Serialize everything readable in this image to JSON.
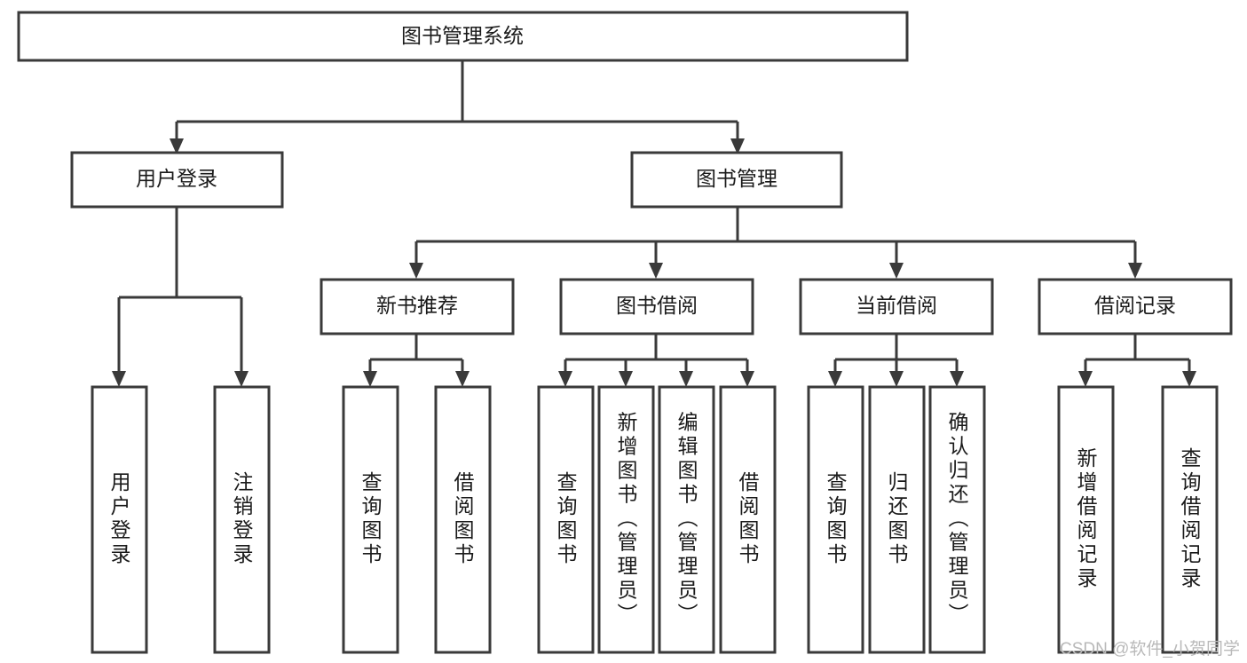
{
  "diagram": {
    "title": "图书管理系统",
    "type": "tree-hierarchy-diagram",
    "orientation": "top-down",
    "colors": {
      "box_stroke": "#3a3a3a",
      "box_fill": "#ffffff",
      "text": "#1a1a1a",
      "connector": "#3a3a3a",
      "watermark": "#b9b9b9",
      "background": "#ffffff"
    },
    "root": {
      "label": "图书管理系统"
    },
    "level2": [
      {
        "label": "用户登录"
      },
      {
        "label": "图书管理"
      }
    ],
    "level3": [
      {
        "label": "新书推荐"
      },
      {
        "label": "图书借阅"
      },
      {
        "label": "当前借阅"
      },
      {
        "label": "借阅记录"
      }
    ],
    "leaves": {
      "user_login": [
        {
          "label": "用户登录"
        },
        {
          "label": "注销登录"
        }
      ],
      "new_book_recommend": [
        {
          "label": "查询图书"
        },
        {
          "label": "借阅图书"
        }
      ],
      "book_borrow": [
        {
          "label": "查询图书"
        },
        {
          "label": "新增图书（管理员）"
        },
        {
          "label": "编辑图书（管理员）"
        },
        {
          "label": "借阅图书"
        }
      ],
      "current_borrow": [
        {
          "label": "查询图书"
        },
        {
          "label": "归还图书"
        },
        {
          "label": "确认归还（管理员）"
        }
      ],
      "borrow_record": [
        {
          "label": "新增借阅记录"
        },
        {
          "label": "查询借阅记录"
        }
      ]
    },
    "watermark": "CSDN @软件_小贺同学"
  }
}
